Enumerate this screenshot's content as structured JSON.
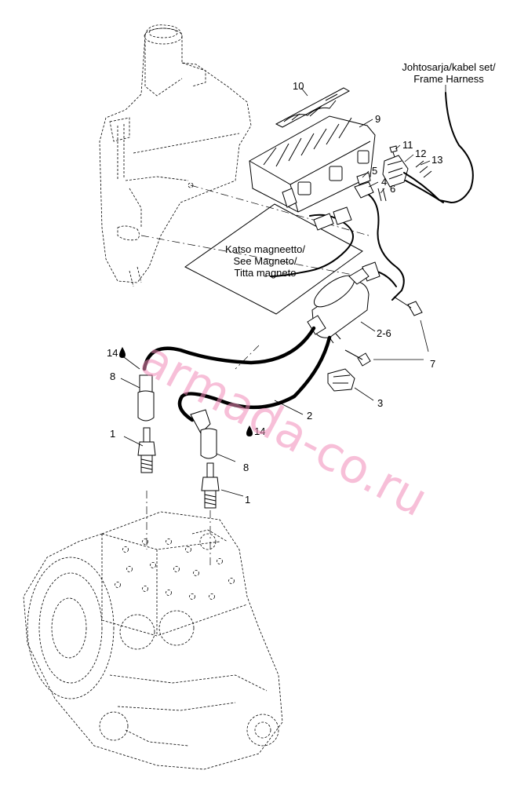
{
  "labels": {
    "frame_harness": [
      "Johtosarja/kabel set/",
      "Frame Harness"
    ],
    "see_magneto": [
      "Katso magneetto/",
      "See Magneto/",
      "Titta magneto"
    ],
    "callouts": {
      "c1a": "1",
      "c1b": "1",
      "c2": "2",
      "c26": "2-6",
      "c3": "3",
      "c4": "4",
      "c5": "5",
      "c6": "6",
      "c7": "7",
      "c8a": "8",
      "c8b": "8",
      "c9": "9",
      "c10": "10",
      "c11": "11",
      "c12": "12",
      "c13": "13",
      "c14a": "14",
      "c14b": "14"
    }
  },
  "watermark": "armada-co.ru",
  "colors": {
    "line": "#000000",
    "watermark": "#f08ab8",
    "background": "#ffffff"
  },
  "icons": {
    "lubricant": "oil-drop-icon"
  }
}
